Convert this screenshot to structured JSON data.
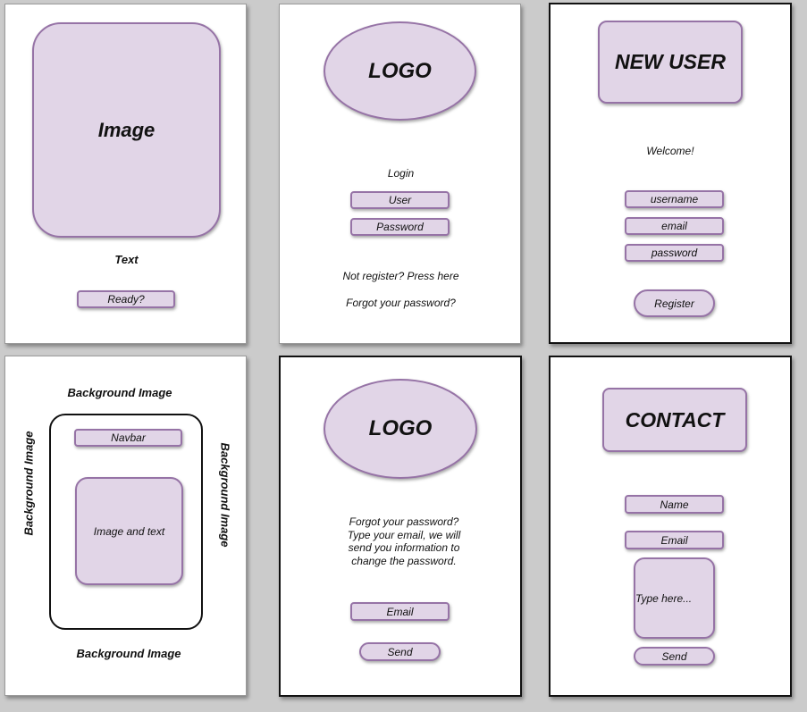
{
  "panel1": {
    "image_label": "Image",
    "text_label": "Text",
    "button_label": "Ready?"
  },
  "panel2": {
    "logo": "LOGO",
    "login_label": "Login",
    "user_field": "User",
    "password_field": "Password",
    "register_link": "Not register? Press here",
    "forgot_link": "Forgot your password?"
  },
  "panel3": {
    "title": "NEW USER",
    "welcome": "Welcome!",
    "username_field": "username",
    "email_field": "email",
    "password_field": "password",
    "register_button": "Register"
  },
  "panel4": {
    "bg_top": "Background Image",
    "bg_left": "Background Image",
    "bg_right": "Background Image",
    "bg_bottom": "Background Image",
    "navbar": "Navbar",
    "content": "Image and text"
  },
  "panel5": {
    "logo": "LOGO",
    "line1": "Forgot your password?",
    "line2": "Type your email, we will",
    "line3": "send you information to",
    "line4": "change the password.",
    "email_field": "Email",
    "send_button": "Send"
  },
  "panel6": {
    "title": "CONTACT",
    "name_field": "Name",
    "email_field": "Email",
    "message_placeholder": "Type here...",
    "send_button": "Send"
  }
}
